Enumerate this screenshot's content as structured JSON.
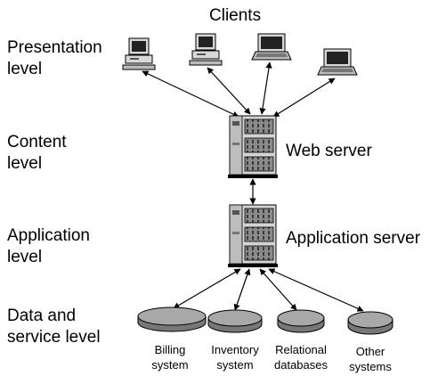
{
  "title": "Clients",
  "levels": {
    "presentation": "Presentation\nlevel",
    "content": "Content\nlevel",
    "application": "Application\nlevel",
    "data": "Data and\nservice level"
  },
  "servers": {
    "web": "Web server",
    "application": "Application server"
  },
  "databases": [
    "Billing\nsystem",
    "Inventory\nsystem",
    "Relational\ndatabases",
    "Other\nsystems"
  ]
}
